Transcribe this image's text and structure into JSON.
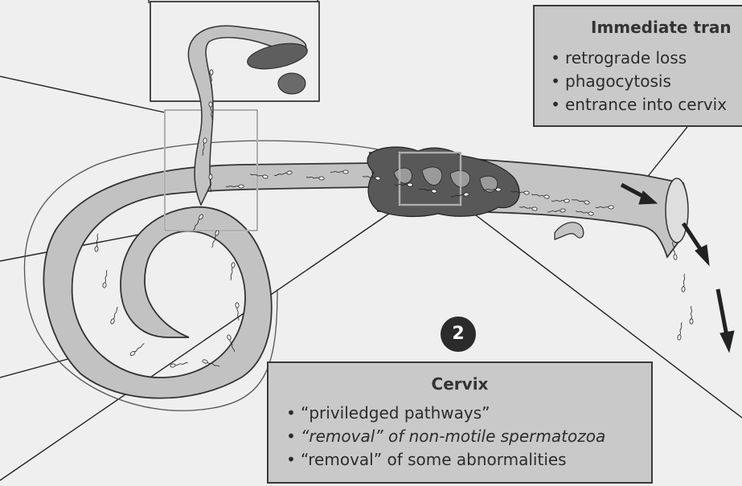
{
  "immediate_box": {
    "title": "Immediate tran",
    "items": [
      "retrograde loss",
      "phagocytosis",
      "entrance into cervix"
    ]
  },
  "cervix_box": {
    "title": "Cervix",
    "items": [
      {
        "parts": [
          "“priviledged pathways”"
        ]
      },
      {
        "parts": [
          "“removal”",
          " of non-motile spermatozoa"
        ]
      },
      {
        "parts": [
          "“removal”",
          " of some abnormalities"
        ]
      }
    ]
  },
  "step_badge": "2",
  "colors": {
    "box_fill": "#c9c9c9",
    "tract_fill": "#c2c2c2",
    "crypt_fill": "#5a5a5a",
    "badge": "#2b2b2b"
  }
}
